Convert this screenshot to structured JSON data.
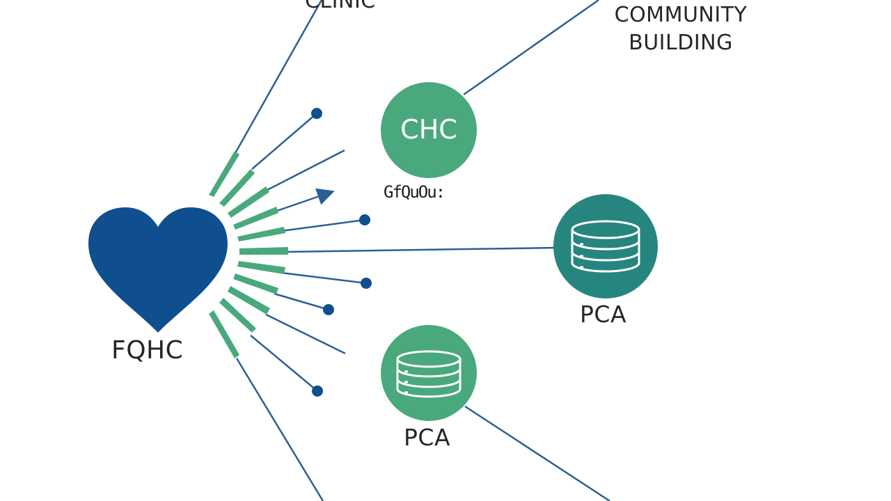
{
  "nodes": {
    "fqhc": {
      "label": "FQHC",
      "color": "#0f4f8f"
    },
    "clinic": {
      "label": "CLINIC"
    },
    "community": {
      "label": "COMMUNITY BUILDING"
    },
    "chc": {
      "label": "CHC",
      "sublabel": "GfQuOu:",
      "color": "#4aa97c"
    },
    "pca_right": {
      "label": "PCA",
      "color": "#27857f",
      "icon": "database-icon"
    },
    "pca_bottom": {
      "label": "PCA",
      "color": "#4aa97c",
      "icon": "database-icon"
    }
  },
  "colors": {
    "line": "#2b5f93",
    "ray": "#4aa97c",
    "dot": "#0f4f8f"
  }
}
